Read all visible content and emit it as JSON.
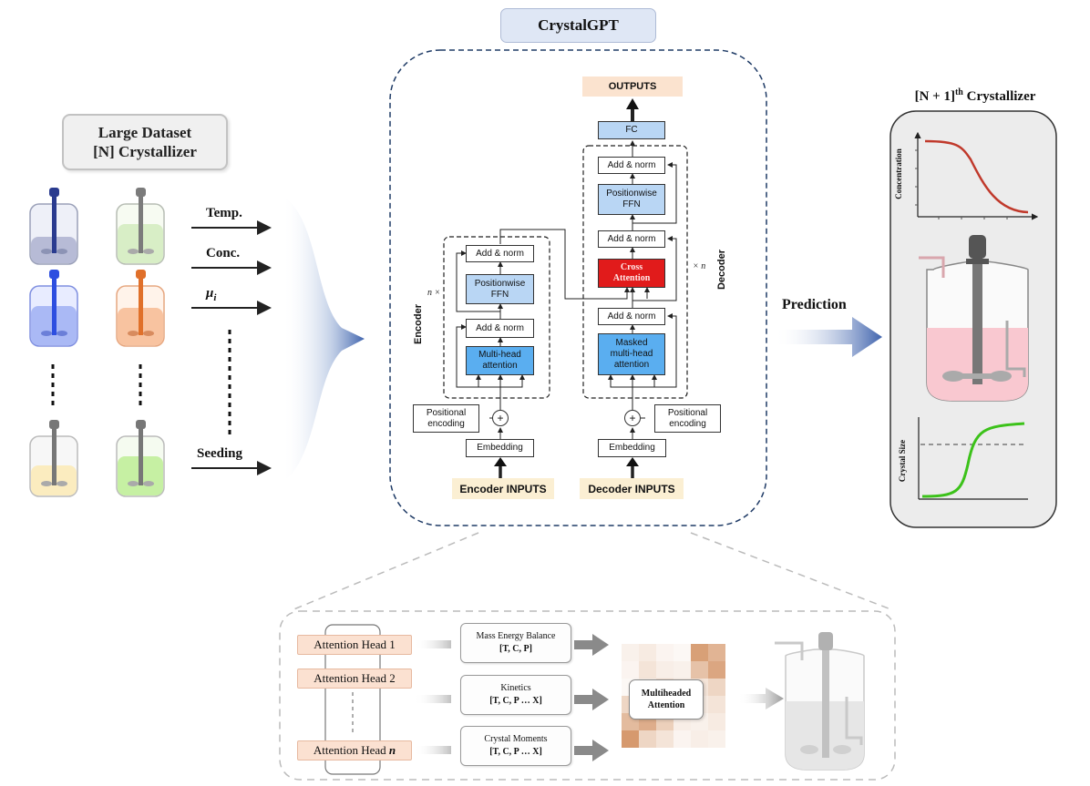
{
  "title": "CrystalGPT",
  "dataset": {
    "line1": "Large Dataset",
    "line2": "[N] Crystallizer"
  },
  "inputs": {
    "temp": "Temp.",
    "conc": "Conc.",
    "mu_base": "μ",
    "mu_sub": "i",
    "seeding": "Seeding"
  },
  "transformer": {
    "outputs": "OUTPUTS",
    "fc": "FC",
    "add_norm": "Add & norm",
    "ffn_line1": "Positionwise",
    "ffn_line2": "FFN",
    "cross_line1": "Cross",
    "cross_line2": "Attention",
    "masked_line1": "Masked",
    "masked_line2": "multi-head",
    "masked_line3": "attention",
    "mha_line1": "Multi-head",
    "mha_line2": "attention",
    "pos_line1": "Positional",
    "pos_line2": "encoding",
    "embedding": "Embedding",
    "encoder_inputs": "Encoder INPUTS",
    "decoder_inputs": "Decoder INPUTS",
    "encoder_label": "Encoder",
    "decoder_label": "Decoder",
    "enc_repeat": "n ×",
    "dec_repeat": "× n",
    "plus": "+"
  },
  "right": {
    "title_base": "[N + 1]",
    "title_sup": "th",
    "title_rest": " Crystallizer",
    "prediction": "Prediction",
    "concentration_axis": "Concentration",
    "crystal_size_axis": "Crystal Size"
  },
  "attention": {
    "heads": [
      "Attention Head 1",
      "Attention Head 2",
      "Attention Head "
    ],
    "head_n": "n",
    "tags": [
      {
        "name": "Mass Energy Balance",
        "vars": "[T, C, P]"
      },
      {
        "name": "Kinetics",
        "vars": "[T, C, P … X]"
      },
      {
        "name": "Crystal Moments",
        "vars": "[T, C, P … X]"
      }
    ],
    "multihead_line1": "Multiheaded",
    "multihead_line2": "Attention"
  },
  "colors": {
    "cross_attention": "#e11b1b",
    "deep_blue": "#5aaef0",
    "light_blue": "#b9d6f4",
    "outline_dashed": "#1f3b66",
    "concentration_curve": "#c0392b",
    "crystal_size_curve": "#3cc21a",
    "liquid_pink": "#f9c8d0"
  },
  "icons": [
    "crystallizer-icon",
    "arrow-icon",
    "flow-funnel-icon"
  ]
}
